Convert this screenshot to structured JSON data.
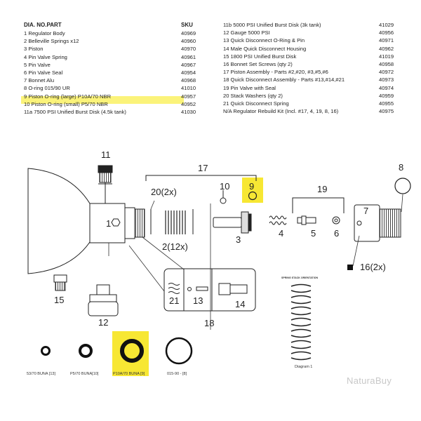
{
  "table": {
    "headers": {
      "dia_part": "DIA. NO.PART",
      "sku": "SKU"
    },
    "left": [
      {
        "part": "1   Regulator Body",
        "sku": "40969"
      },
      {
        "part": "2   Belleville Springs x12",
        "sku": "40960"
      },
      {
        "part": "3   Piston",
        "sku": "40970"
      },
      {
        "part": "4   Pin Valve Spring",
        "sku": "40961"
      },
      {
        "part": "5   Pin Valve",
        "sku": "40967"
      },
      {
        "part": "6   Pin Valve Seal",
        "sku": "40954"
      },
      {
        "part": "7   Bonnet Alu",
        "sku": "40968"
      },
      {
        "part": "8   O-ring 015/90 UR",
        "sku": "41010"
      },
      {
        "part": "9   Piston O-ring (large) P10A/70 NBR",
        "sku": "40957"
      },
      {
        "part": "10  Piston O-ring (small) P5/70 NBR",
        "sku": "40952"
      },
      {
        "part": "11a 7500 PSI Unified Burst Disk (4.5k tank)",
        "sku": "41030"
      }
    ],
    "right": [
      {
        "part": "11b 5000 PSI Unified Burst Disk (3k tank)",
        "sku": "41029"
      },
      {
        "part": "12 Gauge 5000 PSI",
        "sku": "40956"
      },
      {
        "part": "13 Quick Disconnect O-Ring & Pin",
        "sku": "40971"
      },
      {
        "part": "14 Male Quick Disconnect Housing",
        "sku": "40962"
      },
      {
        "part": "15 1800 PSI Unified Burst Disk",
        "sku": "41019"
      },
      {
        "part": "16 Bonnet Set Screws (qty 2)",
        "sku": "40958"
      },
      {
        "part": "17 Piston Assembly - Parts #2,#20, #3,#5,#6",
        "sku": "40972"
      },
      {
        "part": "18 Quick Disconnect Assembly - Parts #13,#14,#21",
        "sku": "40973"
      },
      {
        "part": "19 Pin Valve with Seal",
        "sku": "40974"
      },
      {
        "part": "20 Stack Washers (qty 2)",
        "sku": "40959"
      },
      {
        "part": "21 Quick Disconnect Spring",
        "sku": "40955"
      },
      {
        "part": "N/A Regulator Rebuild Kit (Incl. #17, 4, 19, 8, 16)",
        "sku": "40975"
      }
    ]
  },
  "callouts": {
    "c1": "1",
    "c2": "2(12x)",
    "c3": "3",
    "c4": "4",
    "c5": "5",
    "c6": "6",
    "c7": "7",
    "c8": "8",
    "c9": "9",
    "c10": "10",
    "c11": "11",
    "c12": "12",
    "c13": "13",
    "c14": "14",
    "c15": "15",
    "c16": "16(2x)",
    "c17": "17",
    "c18": "18",
    "c19": "19",
    "c20": "20(2x)",
    "c21": "21"
  },
  "spring_stack": {
    "title": "SPRING STACK ORIENTATION",
    "caption": "Diagram 1"
  },
  "oring_labels": [
    "53/70 BUNA [13]",
    "P5/70 BUNA[10]",
    "P10A/70 BUNA [9]",
    "015-90 - [8]"
  ],
  "watermark": "NaturaBuy",
  "colors": {
    "highlight": "#fbf37a",
    "highlight_strong": "#f7e733",
    "ink": "#222222"
  }
}
